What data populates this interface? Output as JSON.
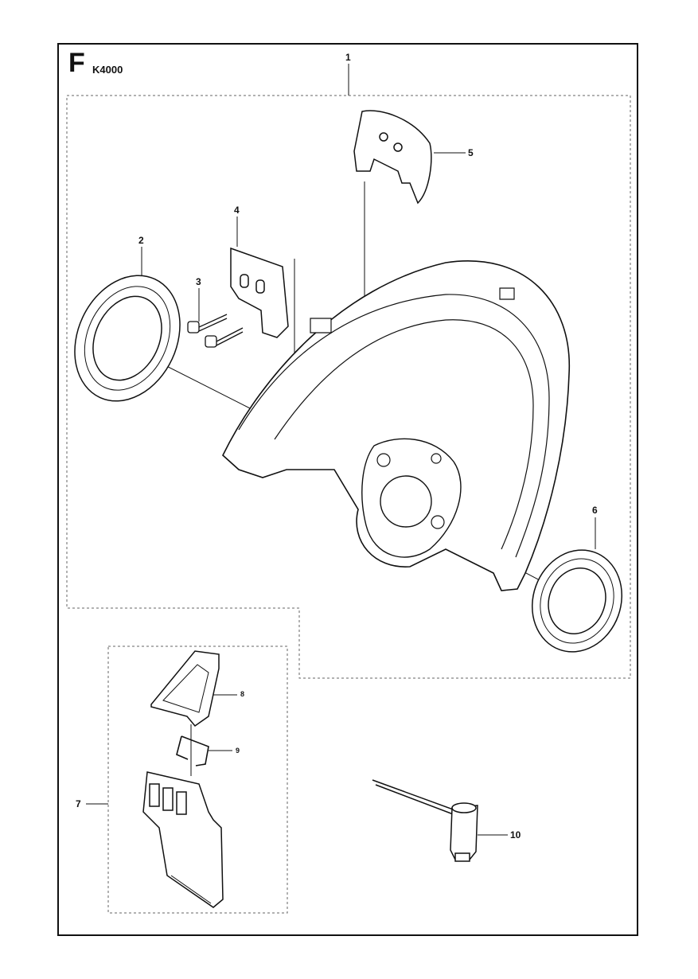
{
  "header": {
    "section_letter": "F",
    "model": "K4000"
  },
  "callouts": {
    "p1": "1",
    "p2": "2",
    "p3": "3",
    "p4": "4",
    "p5": "5",
    "p6": "6",
    "p7": "7",
    "p8": "8",
    "p9": "9",
    "p10": "10"
  },
  "colors": {
    "line": "#111111",
    "fill": "#ffffff",
    "dashed_box": "#666666"
  }
}
